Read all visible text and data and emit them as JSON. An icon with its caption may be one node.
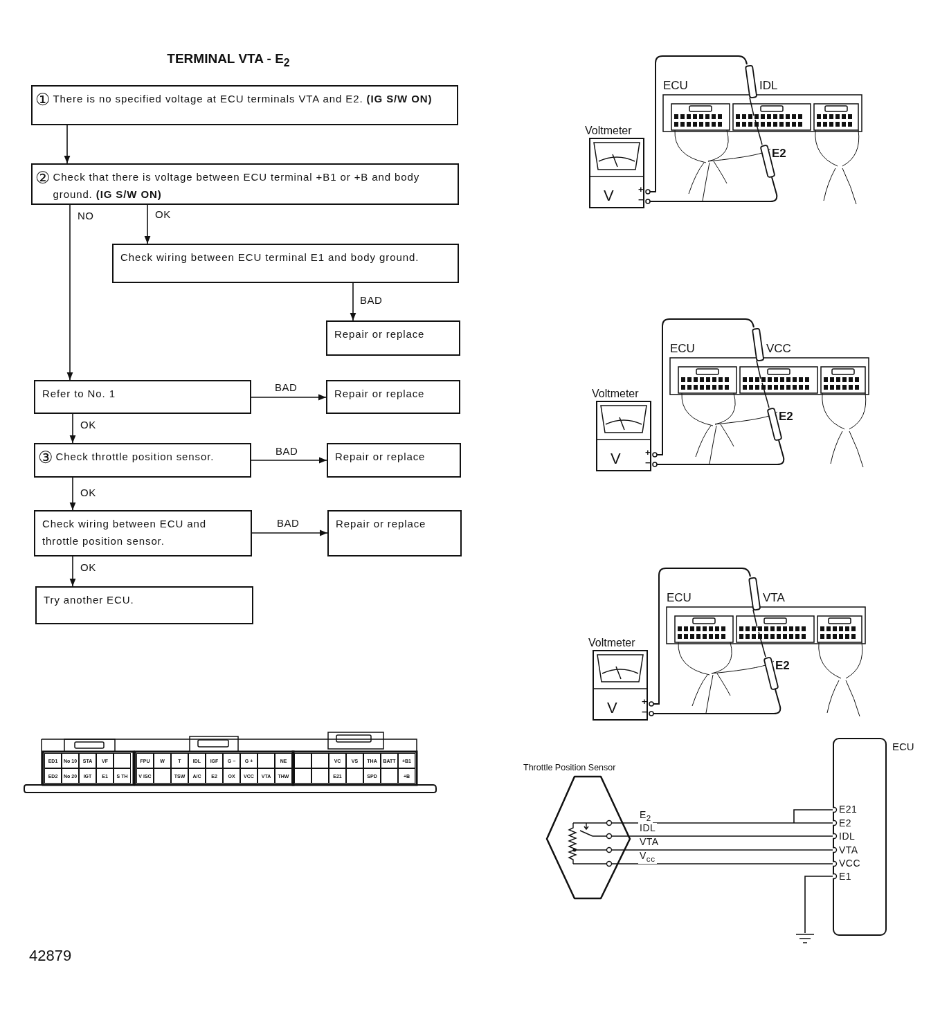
{
  "diagram": {
    "title": "TERMINAL VTA - E$_{2}$",
    "nodes": [
      {
        "text": [
          "①",
          "There is no specified voltage at ECU terminals VTA and E2. **(IG S/W ON)**"
        ]
      },
      {
        "text": [
          "②",
          "Check that there is voltage between ECU terminal +B1 or +B and body ground. **(IG S/W ON)**"
        ]
      },
      {
        "text": [
          "Check wiring between ECU terminal E1 and body ground."
        ]
      },
      {
        "text": [
          "Repair or replace"
        ]
      },
      {
        "text": [
          "Refer to No. 1"
        ]
      },
      {
        "text": [
          "Repair or replace"
        ]
      },
      {
        "text": [
          "③",
          "Check throttle position sensor."
        ]
      },
      {
        "text": [
          "Repair or replace"
        ]
      },
      {
        "text": [
          "Check wiring between ECU and throttle position sensor."
        ]
      },
      {
        "text": [
          "Repair or replace"
        ]
      },
      {
        "text": [
          "Try another ECU."
        ]
      },
      {
        "text": [
          "Throttle Position Sensor"
        ]
      },
      {
        "text": [
          "ECU"
        ]
      },
      {
        "text": [],
        "shape": "ground"
      }
    ],
    "edges": [
      {
        "from": 0,
        "to": 1,
        "arrow": "to"
      },
      {
        "from": 1,
        "to": 4,
        "arrow": "to",
        "label": "NO"
      },
      {
        "from": 1,
        "to": 2,
        "arrow": "to",
        "label": "OK"
      },
      {
        "from": 2,
        "to": 3,
        "arrow": "to",
        "label": "BAD"
      },
      {
        "from": 4,
        "to": 5,
        "arrow": "to",
        "label": "BAD"
      },
      {
        "from": 4,
        "to": 6,
        "arrow": "to",
        "label": "OK"
      },
      {
        "from": 6,
        "to": 7,
        "arrow": "to",
        "label": "BAD"
      },
      {
        "from": 6,
        "to": 8,
        "arrow": "to",
        "label": "OK"
      },
      {
        "from": 8,
        "to": 9,
        "arrow": "to",
        "label": "BAD"
      },
      {
        "from": 8,
        "to": 10,
        "arrow": "to",
        "label": "OK"
      },
      {
        "from": 11,
        "to": 12,
        "arrow": "none",
        "label": "E$_{2}$"
      },
      {
        "from": 11,
        "to": 12,
        "arrow": "none",
        "label": "IDL"
      },
      {
        "from": 11,
        "to": 12,
        "arrow": "none",
        "label": "VTA"
      },
      {
        "from": 11,
        "to": 12,
        "arrow": "none",
        "label": "V$_{cc}$"
      },
      {
        "from": 12,
        "to": 13,
        "arrow": "none"
      }
    ],
    "labels": [
      "ECU",
      "IDL",
      "Voltmeter",
      "E2",
      "V",
      "+",
      "−",
      "ECU",
      "VCC",
      "Voltmeter",
      "E2",
      "V",
      "+",
      "−",
      "ECU",
      "VTA",
      "Voltmeter",
      "E2",
      "V",
      "+",
      "−",
      "ED1",
      "No 10",
      "STA",
      "VF",
      "FPU",
      "W",
      "T",
      "IDL",
      "IGF",
      "G −",
      "G +",
      "NE",
      "VC",
      "VS",
      "THA",
      "BATT",
      "+B1",
      "ED2",
      "No 20",
      "IGT",
      "E1",
      "S TH",
      "V ISC",
      "TSW",
      "A/C",
      "E2",
      "OX",
      "VCC",
      "VTA",
      "THW",
      "E21",
      "SPD",
      "+B",
      "E21",
      "E2",
      "IDL",
      "VTA",
      "VCC",
      "E1",
      "42879"
    ]
  }
}
